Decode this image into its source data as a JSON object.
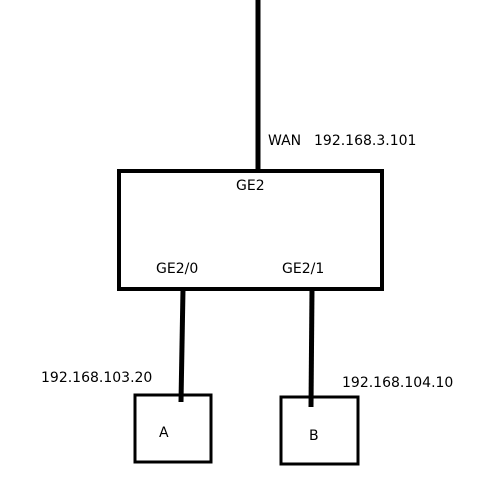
{
  "uplink": {
    "wan_label": "WAN",
    "wan_ip": "192.168.3.101"
  },
  "router": {
    "upstream_port": "GE2",
    "port_left": "GE2/0",
    "port_right": "GE2/1"
  },
  "hosts": [
    {
      "name": "A",
      "ip": "192.168.103.20"
    },
    {
      "name": "B",
      "ip": "192.168.104.10"
    }
  ],
  "colors": {
    "stroke": "#000000",
    "background": "#ffffff"
  }
}
